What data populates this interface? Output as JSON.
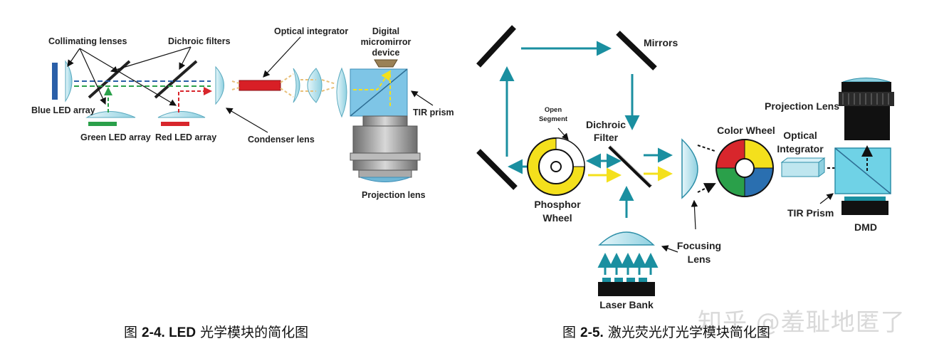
{
  "left_diagram": {
    "labels": {
      "collimating_lenses": "Collimating lenses",
      "dichroic_filters": "Dichroic filters",
      "optical_integrator": "Optical integrator",
      "dmd_line1": "Digital",
      "dmd_line2": "micromirror",
      "dmd_line3": "device",
      "blue_led": "Blue LED array",
      "green_led": "Green LED array",
      "red_led": "Red LED array",
      "condenser": "Condenser lens",
      "tir_prism": "TIR prism",
      "projection_lens": "Projection lens"
    },
    "caption_prefix": "图 ",
    "caption_bold": "2-4. LED",
    "caption_rest": " 光学模块的简化图"
  },
  "right_diagram": {
    "labels": {
      "mirrors": "Mirrors",
      "projection_lens": "Projection Lens",
      "open_line1": "Open",
      "open_line2": "Segment",
      "dichroic_line1": "Dichroic",
      "dichroic_line2": "Filter",
      "color_wheel": "Color Wheel",
      "optical_line1": "Optical",
      "optical_line2": "Integrator",
      "phosphor_line1": "Phosphor",
      "phosphor_line2": "Wheel",
      "tir_prism": "TIR Prism",
      "dmd": "DMD",
      "focusing_line1": "Focusing",
      "focusing_line2": "Lens",
      "laser_bank": "Laser Bank"
    },
    "caption_prefix": "图 ",
    "caption_bold": "2-5.",
    "caption_rest": " 激光荧光灯光学模块简化图"
  },
  "watermark": "知乎 @羞耻地匿了",
  "colors": {
    "teal": "#1a8fa0",
    "blue": "#2a6fb0",
    "green": "#2aa04a",
    "red": "#d8262c",
    "yellow": "#f4e01c",
    "lens_fill": "#bfe6ef"
  }
}
